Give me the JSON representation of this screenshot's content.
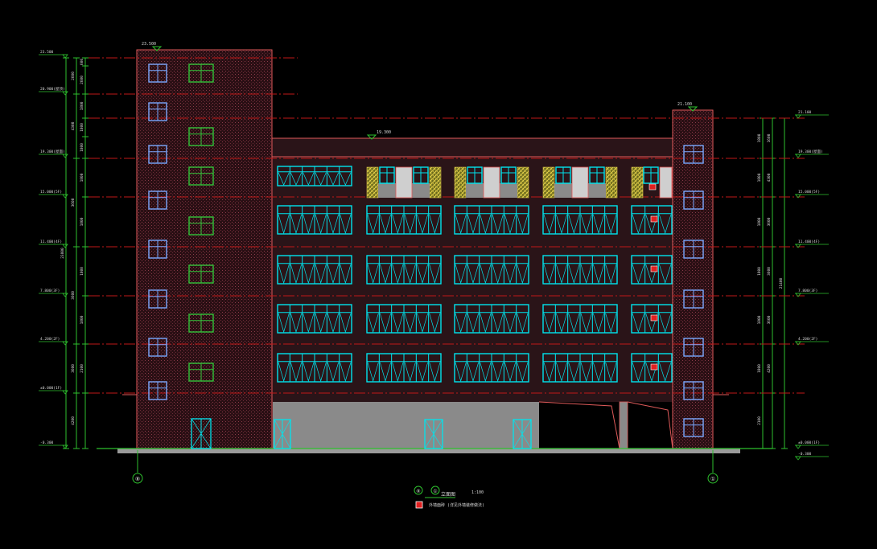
{
  "drawing": {
    "background": "#000000",
    "colors": {
      "wall_outline": "#e05a5a",
      "level_line": "#c01818",
      "window_cyan": "#00e5ee",
      "window_blue": "#7aa8ff",
      "window_green": "#34c33a",
      "dim_green": "#2ec02e",
      "text_white": "#d8d8d8",
      "ground_grey": "#8a8a8a",
      "screen_yellow": "#d8c44a",
      "marker_red": "#e02020"
    }
  },
  "top_marks": {
    "left_tower": "23.500",
    "main_parapet": "19.300",
    "right_tower": "21.100"
  },
  "left_elevations": [
    "23.500",
    "20.900(屋顶)",
    "19.300(屋面)",
    "15.000(5F)",
    "11.400(4F)",
    "7.800(3F)",
    "4.200(2F)",
    "±0.000(1F)",
    "-0.300"
  ],
  "right_elevations": [
    "21.100",
    "19.300(屋面)",
    "15.000(5F)",
    "11.400(4F)",
    "7.800(3F)",
    "4.200(2F)",
    "±0.000(1F)",
    "-0.300"
  ],
  "left_dims_inner": [
    "600",
    "2600",
    "1800",
    "1800",
    "1800",
    "1800",
    "1800",
    "1800",
    "1800",
    "2100"
  ],
  "left_dims_outer": [
    "2600",
    "4300",
    "3600",
    "3600",
    "3600",
    "4200"
  ],
  "left_total": "23800",
  "right_dims_inner": [
    "1800",
    "1800",
    "1800",
    "1800",
    "1800",
    "1800",
    "2100"
  ],
  "right_dims_outer": [
    "1600",
    "4300",
    "3600",
    "3600",
    "3600",
    "4200"
  ],
  "right_total": "21400",
  "axes": {
    "left": "⑧",
    "right": "①"
  },
  "title": {
    "axis_from": "⑧",
    "axis_to": "①",
    "label": "立面图",
    "scale": "1:100"
  },
  "legend": {
    "text": "外墙面砖 (详见外墙装修做法)"
  }
}
